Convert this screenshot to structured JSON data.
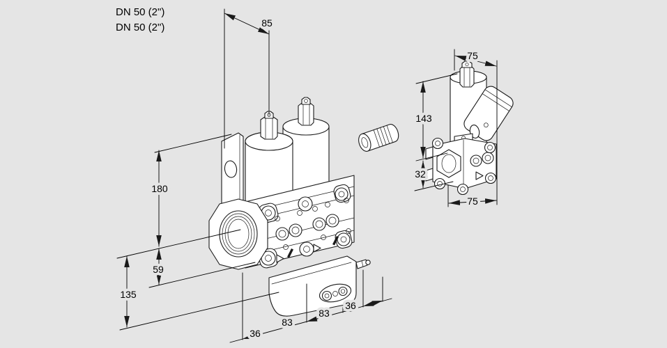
{
  "page": {
    "background": "#e5e5e5",
    "ink": "#1a1a1a",
    "drawing_type": "dimensioned technical line drawing of gas solenoid valves"
  },
  "annotations": {
    "port_label_line1": "DN 50 (2\")",
    "port_label_line2": "DN 50 (2\")"
  },
  "main_view": {
    "name": "double-solenoid-valve-front-view",
    "dims": {
      "top_width": "85",
      "height_to_top": "180",
      "axis_height": "59",
      "overall_height": "135",
      "depth_front": "36",
      "length_valve1": "83",
      "length_valve2": "83",
      "depth_rear": "36"
    }
  },
  "side_view": {
    "name": "single-valve-side-view",
    "dims": {
      "top_width": "75",
      "height_above_axis": "143",
      "height_below_axis": "32",
      "bottom_width": "75"
    }
  }
}
